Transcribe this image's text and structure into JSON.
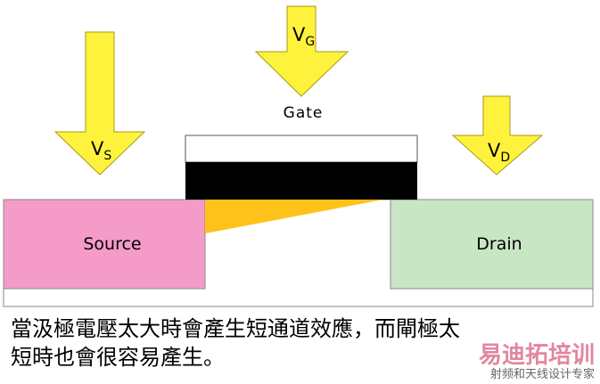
{
  "diagram": {
    "arrows": {
      "source": {
        "main": "V",
        "sub": "S",
        "color": "#fff23d",
        "stroke": "#a89a14"
      },
      "gate": {
        "main": "V",
        "sub": "G",
        "color": "#fff23d",
        "stroke": "#a89a14"
      },
      "drain": {
        "main": "V",
        "sub": "D",
        "color": "#fff23d",
        "stroke": "#a89a14"
      }
    },
    "gate_label": "Gate",
    "source_label": "Source",
    "drain_label": "Drain",
    "colors": {
      "source_fill": "#f59bc8",
      "drain_fill": "#c8e6c4",
      "gate_oxide": "#000000",
      "channel_wedge": "#ffc21a"
    }
  },
  "caption": {
    "line1": "當汲極電壓太大時會產生短通道效應，而閘極太",
    "line2": "短時也會很容易產生。"
  },
  "watermark": {
    "brand": "易迪拓培训",
    "sub": "射频和天线设计专家"
  }
}
